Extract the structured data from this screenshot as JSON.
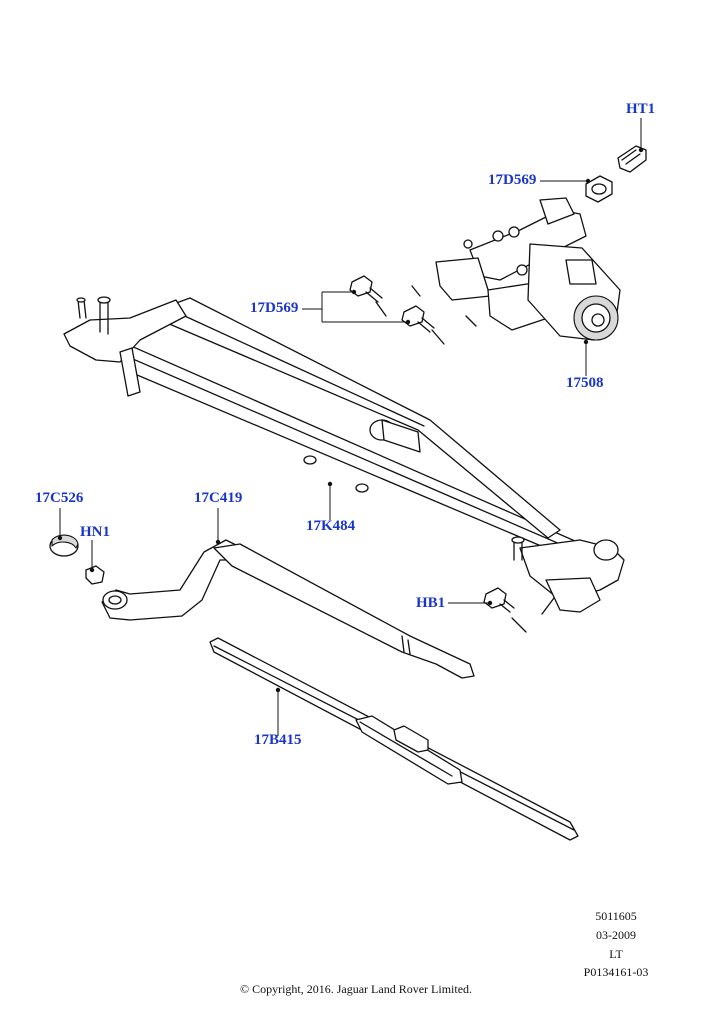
{
  "callouts": {
    "ht1": "HT1",
    "d569_top": "17D569",
    "d569_left": "17D569",
    "motor": "17508",
    "c526": "17C526",
    "c419": "17C419",
    "hn1": "HN1",
    "k484": "17K484",
    "hb1": "HB1",
    "b415": "17B415"
  },
  "meta": {
    "number": "5011605",
    "date": "03-2009",
    "code": "LT",
    "ref": "P0134161-03"
  },
  "copyright": "© Copyright, 2016. Jaguar Land Rover Limited.",
  "colors": {
    "callout": "#1a35c9",
    "line": "#111111",
    "shade": "#d9d9d9"
  }
}
